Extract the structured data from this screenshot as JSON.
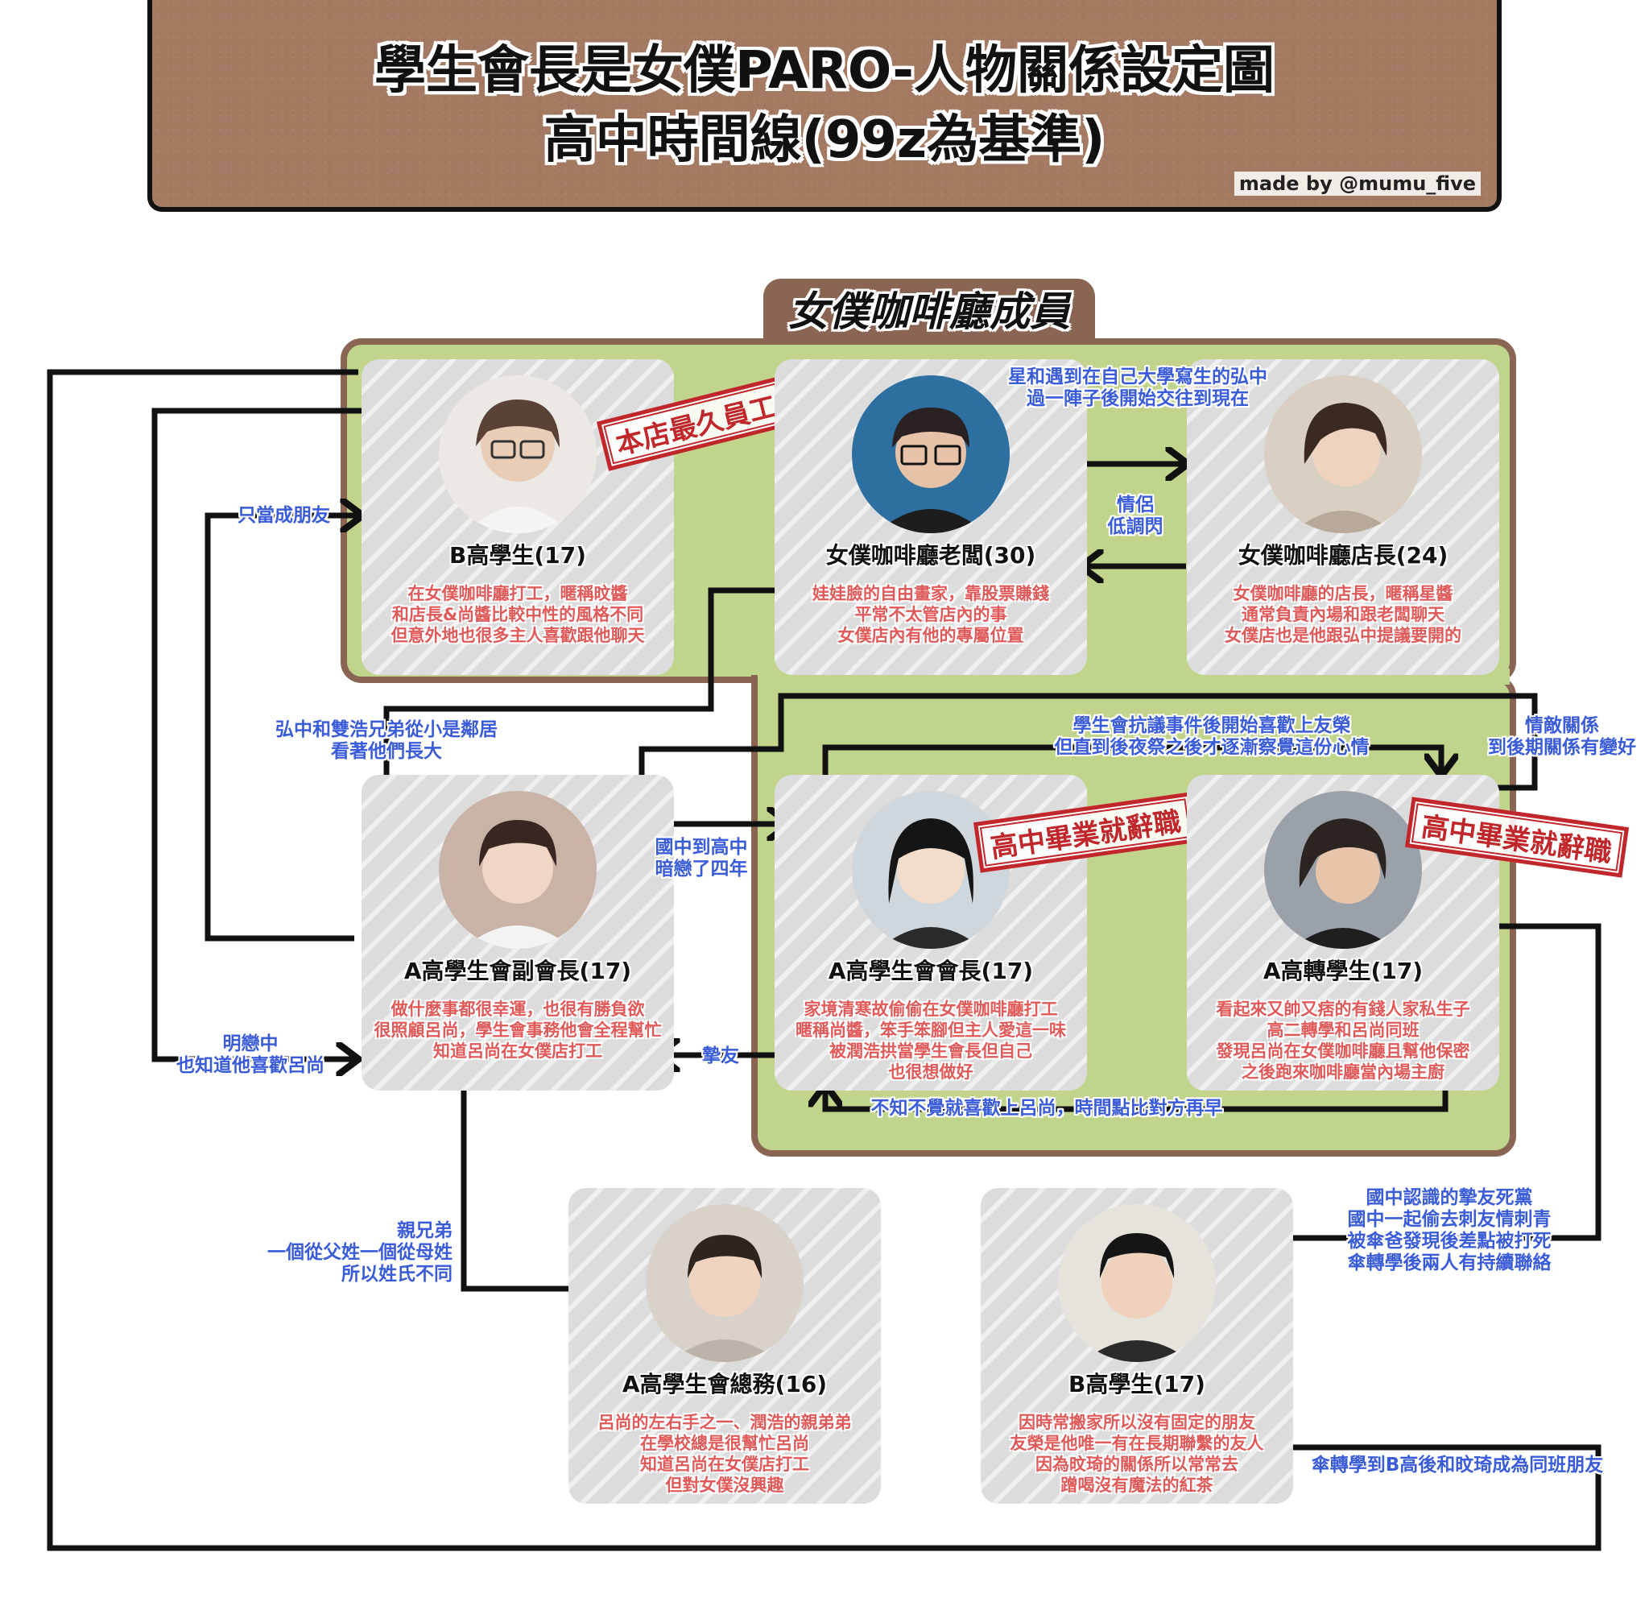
{
  "header": {
    "title_line1": "學生會長是女僕PARO-人物關係設定圖",
    "title_line2": "高中時間線(99z為基準)",
    "credit": "made by @mumu_five"
  },
  "groups": {
    "cafe_label": "女僕咖啡廳成員"
  },
  "stamps": {
    "longest_staff": "本店最久員工",
    "quit_after_graduation": "高中畢業就辭職"
  },
  "characters": {
    "b_student_cafe": {
      "name": "B高學生(17)",
      "desc": [
        "在女僕咖啡廳打工，暱稱旼醬",
        "和店長&尚醬比較中性的風格不同",
        "但意外地也很多主人喜歡跟他聊天"
      ]
    },
    "cafe_owner": {
      "name": "女僕咖啡廳老闆(30)",
      "desc": [
        "娃娃臉的自由畫家，靠股票賺錢",
        "平常不太管店內的事",
        "女僕店內有他的專屬位置"
      ]
    },
    "cafe_manager": {
      "name": "女僕咖啡廳店長(24)",
      "desc": [
        "女僕咖啡廳的店長，暱稱星醬",
        "通常負責內場和跟老闆聊天",
        "女僕店也是他跟弘中提議要開的"
      ]
    },
    "vice_president": {
      "name": "A高學生會副會長(17)",
      "desc": [
        "做什麼事都很幸運，也很有勝負欲",
        "很照顧呂尚，學生會事務他會全程幫忙",
        "知道呂尚在女僕店打工"
      ]
    },
    "president": {
      "name": "A高學生會會長(17)",
      "desc": [
        "家境清寒故偷偷在女僕咖啡廳打工",
        "暱稱尚醬，笨手笨腳但主人愛這一味",
        "被潤浩拱當學生會長但自己",
        "也很想做好"
      ]
    },
    "transfer_student": {
      "name": "A高轉學生(17)",
      "desc": [
        "看起來又帥又痞的有錢人家私生子",
        "高二轉學和呂尚同班",
        "發現呂尚在女僕咖啡廳且幫他保密",
        "之後跑來咖啡廳當內場主廚"
      ]
    },
    "general_affairs": {
      "name": "A高學生會總務(16)",
      "desc": [
        "呂尚的左右手之一、潤浩的親弟弟",
        "在學校總是很幫忙呂尚",
        "知道呂尚在女僕店打工",
        "但對女僕沒興趣"
      ]
    },
    "b_student_2": {
      "name": "B高學生(17)",
      "desc": [
        "因時常搬家所以沒有固定的朋友",
        "友榮是他唯一有在長期聯繫的友人",
        "因為旼琦的關係所以常常去",
        "蹭喝沒有魔法的紅茶"
      ]
    }
  },
  "relations": {
    "owner_manager_top": [
      "星和遇到在自己大學寫生的弘中",
      "過一陣子後開始交往到現在"
    ],
    "owner_manager_mid": [
      "情侶",
      "低調閃"
    ],
    "only_friend": [
      "只當成朋友"
    ],
    "neighbors": [
      "弘中和雙浩兄弟從小是鄰居",
      "看著他們長大"
    ],
    "rival_top": [
      "學生會抗議事件後開始喜歡上友榮",
      "但直到後夜祭之後才逐漸察覺這份心情"
    ],
    "rival_right": [
      "情敵關係",
      "到後期關係有變好"
    ],
    "crush": [
      "國中到高中",
      "暗戀了四年"
    ],
    "best_friend": [
      "摯友"
    ],
    "open_love": [
      "明戀中",
      "也知道他喜歡呂尚"
    ],
    "bottom_like": [
      "不知不覺就喜歡上呂尚，時間點比對方再早"
    ],
    "brothers": [
      "親兄弟",
      "一個從父姓一個從母姓",
      "所以姓氏不同"
    ],
    "middle_school_friends": [
      "國中認識的摯友死黨",
      "國中一起偷去刺友情刺青",
      "被傘爸發現後差點被打死",
      "傘轉學後兩人有持續聯絡"
    ],
    "transfer_classmate": [
      "傘轉學到B高後和旼琦成為同班朋友"
    ]
  }
}
